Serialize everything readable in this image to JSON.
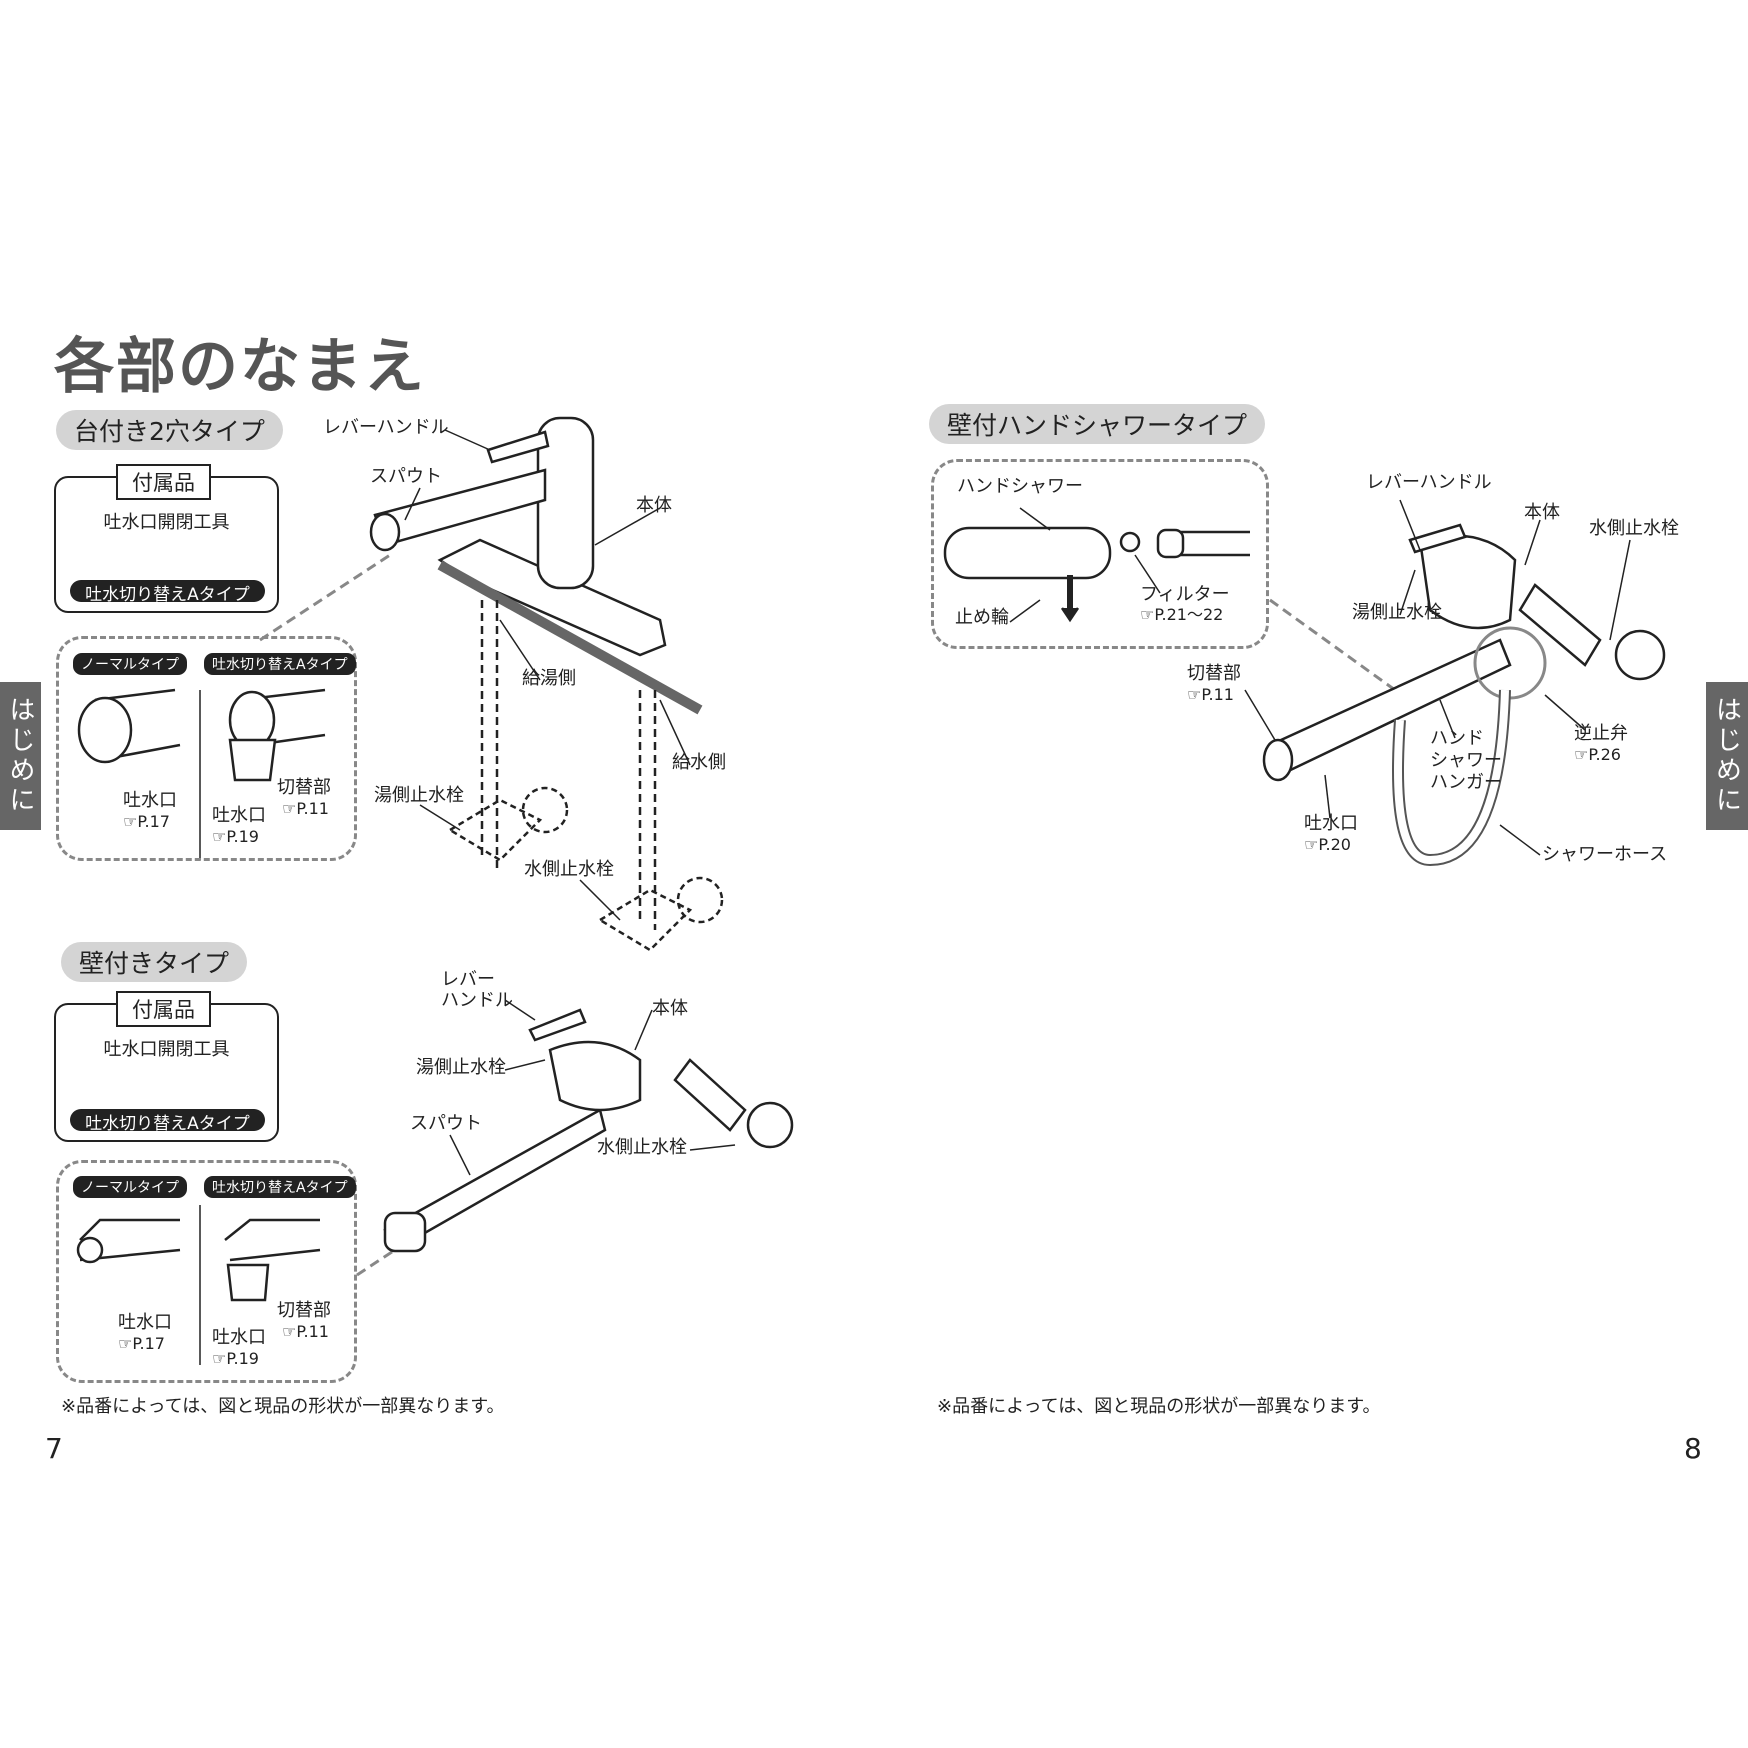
{
  "title": "各部のなまえ",
  "side_tab": "はじめに",
  "ref_icon": "pointing-hand-icon",
  "left": {
    "deck": {
      "heading": "台付き2穴タイプ",
      "accessory": {
        "header": "付属品",
        "item": "吐水口開閉工具",
        "type": "吐水切り替えAタイプ"
      },
      "variants": {
        "normal": "ノーマルタイプ",
        "switch": "吐水切り替えAタイプ"
      },
      "detail_labels": {
        "spout_n": "吐水口",
        "ref_n": "P.17",
        "spout_s": "吐水口",
        "ref_s": "P.19",
        "switch": "切替部",
        "ref_switch": "P.11"
      },
      "labels": {
        "lever": "レバーハンドル",
        "spout": "スパウト",
        "body": "本体",
        "hot_supply": "給湯側",
        "cold_supply": "給水側",
        "hot_valve": "湯側止水栓",
        "cold_valve": "水側止水栓"
      }
    },
    "wall": {
      "heading": "壁付きタイプ",
      "accessory": {
        "header": "付属品",
        "item": "吐水口開閉工具",
        "type": "吐水切り替えAタイプ"
      },
      "variants": {
        "normal": "ノーマルタイプ",
        "switch": "吐水切り替えAタイプ"
      },
      "detail_labels": {
        "spout_n": "吐水口",
        "ref_n": "P.17",
        "spout_s": "吐水口",
        "ref_s": "P.19",
        "switch": "切替部",
        "ref_switch": "P.11"
      },
      "labels": {
        "lever1": "レバー",
        "lever2": "ハンドル",
        "body": "本体",
        "hot_valve": "湯側止水栓",
        "spout": "スパウト",
        "cold_valve": "水側止水栓"
      }
    },
    "note": "※品番によっては、図と現品の形状が一部異なります。",
    "page": "7"
  },
  "right": {
    "heading": "壁付ハンドシャワータイプ",
    "detail": {
      "hand_shower": "ハンドシャワー",
      "filter": "フィルター",
      "filter_ref": "P.21～22",
      "ring": "止め輪"
    },
    "labels": {
      "lever": "レバーハンドル",
      "body": "本体",
      "cold_valve": "水側止水栓",
      "hot_valve": "湯側止水栓",
      "switch": "切替部",
      "switch_ref": "P.11",
      "check_valve": "逆止弁",
      "check_ref": "P.26",
      "hanger1": "ハンド",
      "hanger2": "シャワー",
      "hanger3": "ハンガー",
      "spout": "吐水口",
      "spout_ref": "P.20",
      "hose": "シャワーホース"
    },
    "note": "※品番によっては、図と現品の形状が一部異なります。",
    "page": "8"
  }
}
